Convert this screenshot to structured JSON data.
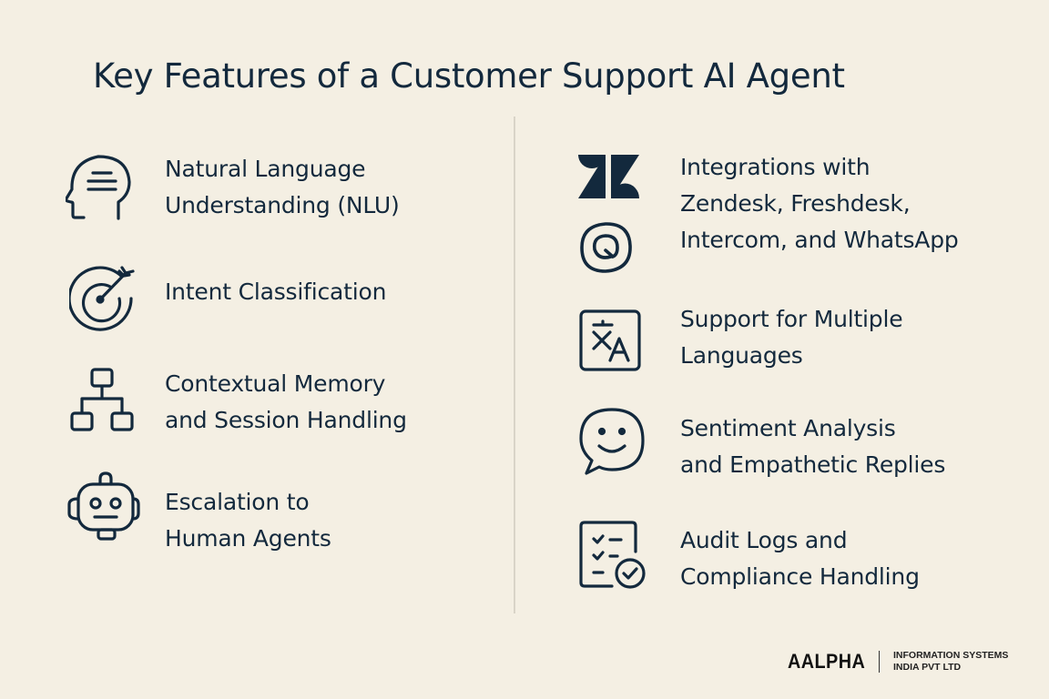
{
  "title": "Key Features of a Customer Support AI Agent",
  "colors": {
    "background": "#f4efe3",
    "text": "#13293d",
    "divider": "#d9d4c8"
  },
  "left_features": [
    {
      "icon": "head-brain-icon",
      "lines": [
        "Natural Language",
        "Understanding (NLU)"
      ]
    },
    {
      "icon": "target-arrow-icon",
      "lines": [
        "Intent Classification"
      ]
    },
    {
      "icon": "hierarchy-diagram-icon",
      "lines": [
        "Contextual Memory",
        "and Session Handling"
      ]
    },
    {
      "icon": "robot-icon",
      "lines": [
        "Escalation to",
        "Human Agents"
      ]
    }
  ],
  "right_features": [
    {
      "icons": [
        "zendesk-logo-icon",
        "intercom-q-icon"
      ],
      "lines": [
        "Integrations with",
        "Zendesk, Freshdesk,",
        "Intercom, and WhatsApp"
      ]
    },
    {
      "icon": "translate-icon",
      "lines": [
        "Support for Multiple",
        "Languages"
      ]
    },
    {
      "icon": "smiley-chat-icon",
      "lines": [
        "Sentiment Analysis",
        "and Empathetic Replies"
      ]
    },
    {
      "icon": "checklist-audit-icon",
      "lines": [
        "Audit Logs and",
        "Compliance Handling"
      ]
    }
  ],
  "footer": {
    "brand": "AALPHA",
    "tagline_lines": [
      "INFORMATION SYSTEMS",
      "INDIA PVT LTD"
    ]
  }
}
